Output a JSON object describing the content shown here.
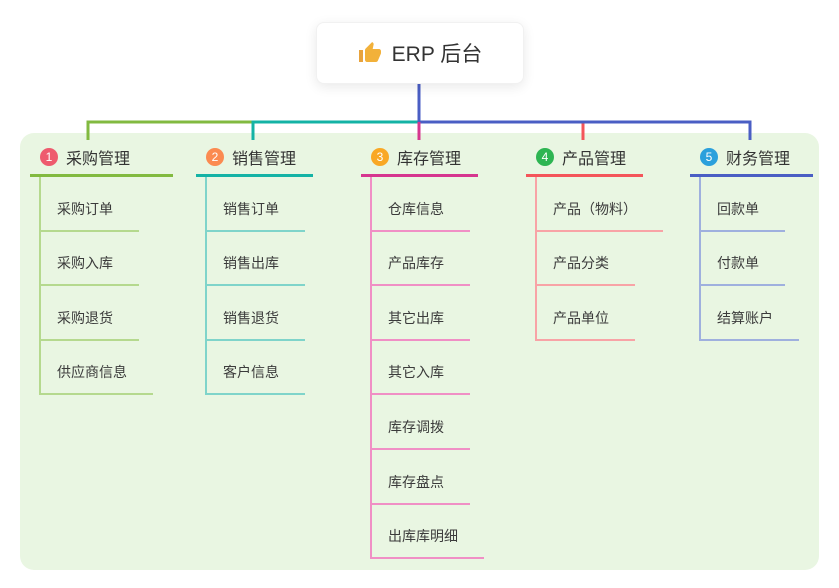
{
  "root": {
    "title": "ERP 后台",
    "icon": "thumbs-up-icon"
  },
  "branches": [
    {
      "badge": "1",
      "title": "采购管理",
      "color": "#82ba40",
      "light_color": "#b5d98e",
      "badge_color": "#ee5b6e",
      "children": [
        "采购订单",
        "采购入库",
        "采购退货",
        "供应商信息"
      ]
    },
    {
      "badge": "2",
      "title": "销售管理",
      "color": "#14b3a5",
      "light_color": "#7fd4ca",
      "badge_color": "#fb8b51",
      "children": [
        "销售订单",
        "销售出库",
        "销售退货",
        "客户信息"
      ]
    },
    {
      "badge": "3",
      "title": "库存管理",
      "color": "#d6368f",
      "light_color": "#f08fc5",
      "badge_color": "#f9a825",
      "children": [
        "仓库信息",
        "产品库存",
        "其它出库",
        "其它入库",
        "库存调拨",
        "库存盘点",
        "出库库明细"
      ]
    },
    {
      "badge": "4",
      "title": "产品管理",
      "color": "#f4555a",
      "light_color": "#f8a3a6",
      "badge_color": "#2eb552",
      "children": [
        "产品（物料）",
        "产品分类",
        "产品单位"
      ]
    },
    {
      "badge": "5",
      "title": "财务管理",
      "color": "#4a5ec4",
      "light_color": "#9fb0de",
      "badge_color": "#2ba0dc",
      "children": [
        "回款单",
        "付款单",
        "结算账户"
      ]
    }
  ],
  "colors": {
    "panel_background": "#e9f6e2",
    "root_connector": "#4a5ec4",
    "text": "#333333"
  }
}
